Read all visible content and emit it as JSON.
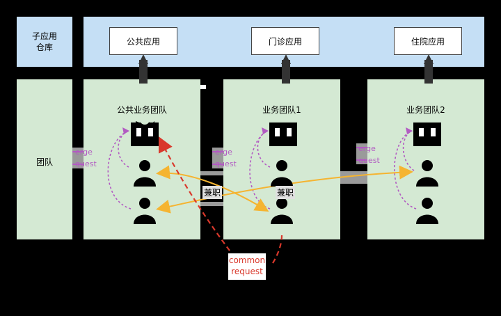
{
  "left_column": {
    "top_label": "子应用\n仓库",
    "team_label": "团队"
  },
  "apps": [
    {
      "label": "公共应用"
    },
    {
      "label": "门诊应用"
    },
    {
      "label": "住院应用"
    }
  ],
  "teams": [
    {
      "label": "公共业务团队"
    },
    {
      "label": "业务团队1"
    },
    {
      "label": "业务团队2"
    }
  ],
  "merge_request": {
    "line1": "erge",
    "line2": "quest"
  },
  "parttime_label": "兼职",
  "common_request": {
    "line1": "common",
    "line2": "request"
  },
  "colors": {
    "panel_green": "#d4e9d3",
    "bar_blue": "#c5dff5",
    "arrow_orange": "#f5b431",
    "arrow_red": "#d9382b",
    "arrow_purple": "#b25bc2"
  }
}
